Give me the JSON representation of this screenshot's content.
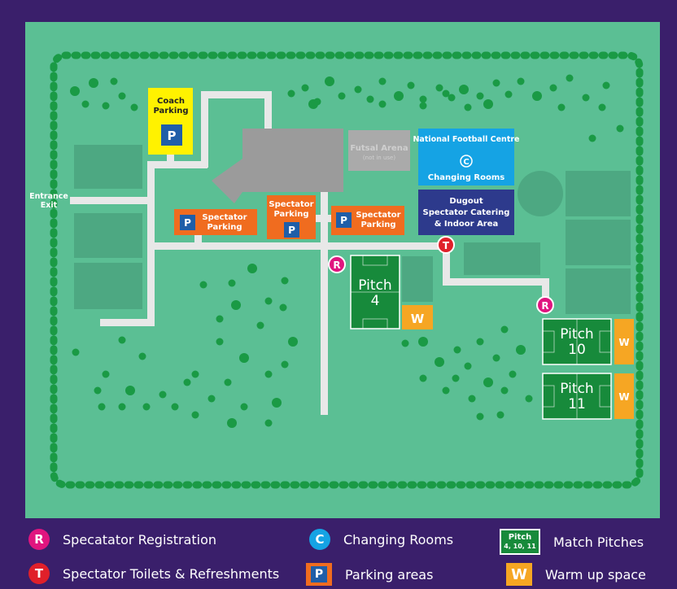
{
  "map": {
    "entrance_label": "Entrance",
    "exit_label": "Exit",
    "coach_parking": "Coach Parking",
    "parking_symbol": "P",
    "spectator_parking": "Spectator Parking",
    "futsal_arena": "Futsal Arena",
    "futsal_note": "(not in use)",
    "national_centre": "National Football Centre",
    "centre_symbol": "C",
    "changing_rooms": "Changing Rooms",
    "dugout_title": "Dugout",
    "dugout_line2": "Spectator Catering",
    "dugout_line3": "& Indoor Area",
    "pitch_word": "Pitch",
    "pitch_4": "4",
    "pitch_10": "10",
    "pitch_11": "11",
    "warmup_symbol": "W",
    "registration_symbol": "R",
    "toilets_symbol": "T"
  },
  "legend": {
    "registration_symbol": "R",
    "registration": "Specatator Registration",
    "toilets_symbol": "T",
    "toilets": "Spectator Toilets & Refreshments",
    "changing_symbol": "C",
    "changing": "Changing Rooms",
    "parking_symbol": "P",
    "parking": "Parking areas",
    "match_icon_word": "Pitch",
    "match_icon_numbers": "4, 10, 11",
    "match": "Match Pitches",
    "warmup_symbol": "W",
    "warmup": "Warm up space"
  },
  "colors": {
    "background": "#3a1f6b",
    "field": "#5bbf94",
    "tree": "#1a9a45",
    "pitch": "#178a3b",
    "path": "#e8e8e8",
    "building": "#9b9b9b",
    "parking": "#f06c1f",
    "coach": "#fff200",
    "national_centre": "#15a3e4",
    "dugout": "#2d3a8c",
    "warmup": "#f6a623",
    "registration": "#e0157f",
    "toilets": "#e0202a"
  }
}
